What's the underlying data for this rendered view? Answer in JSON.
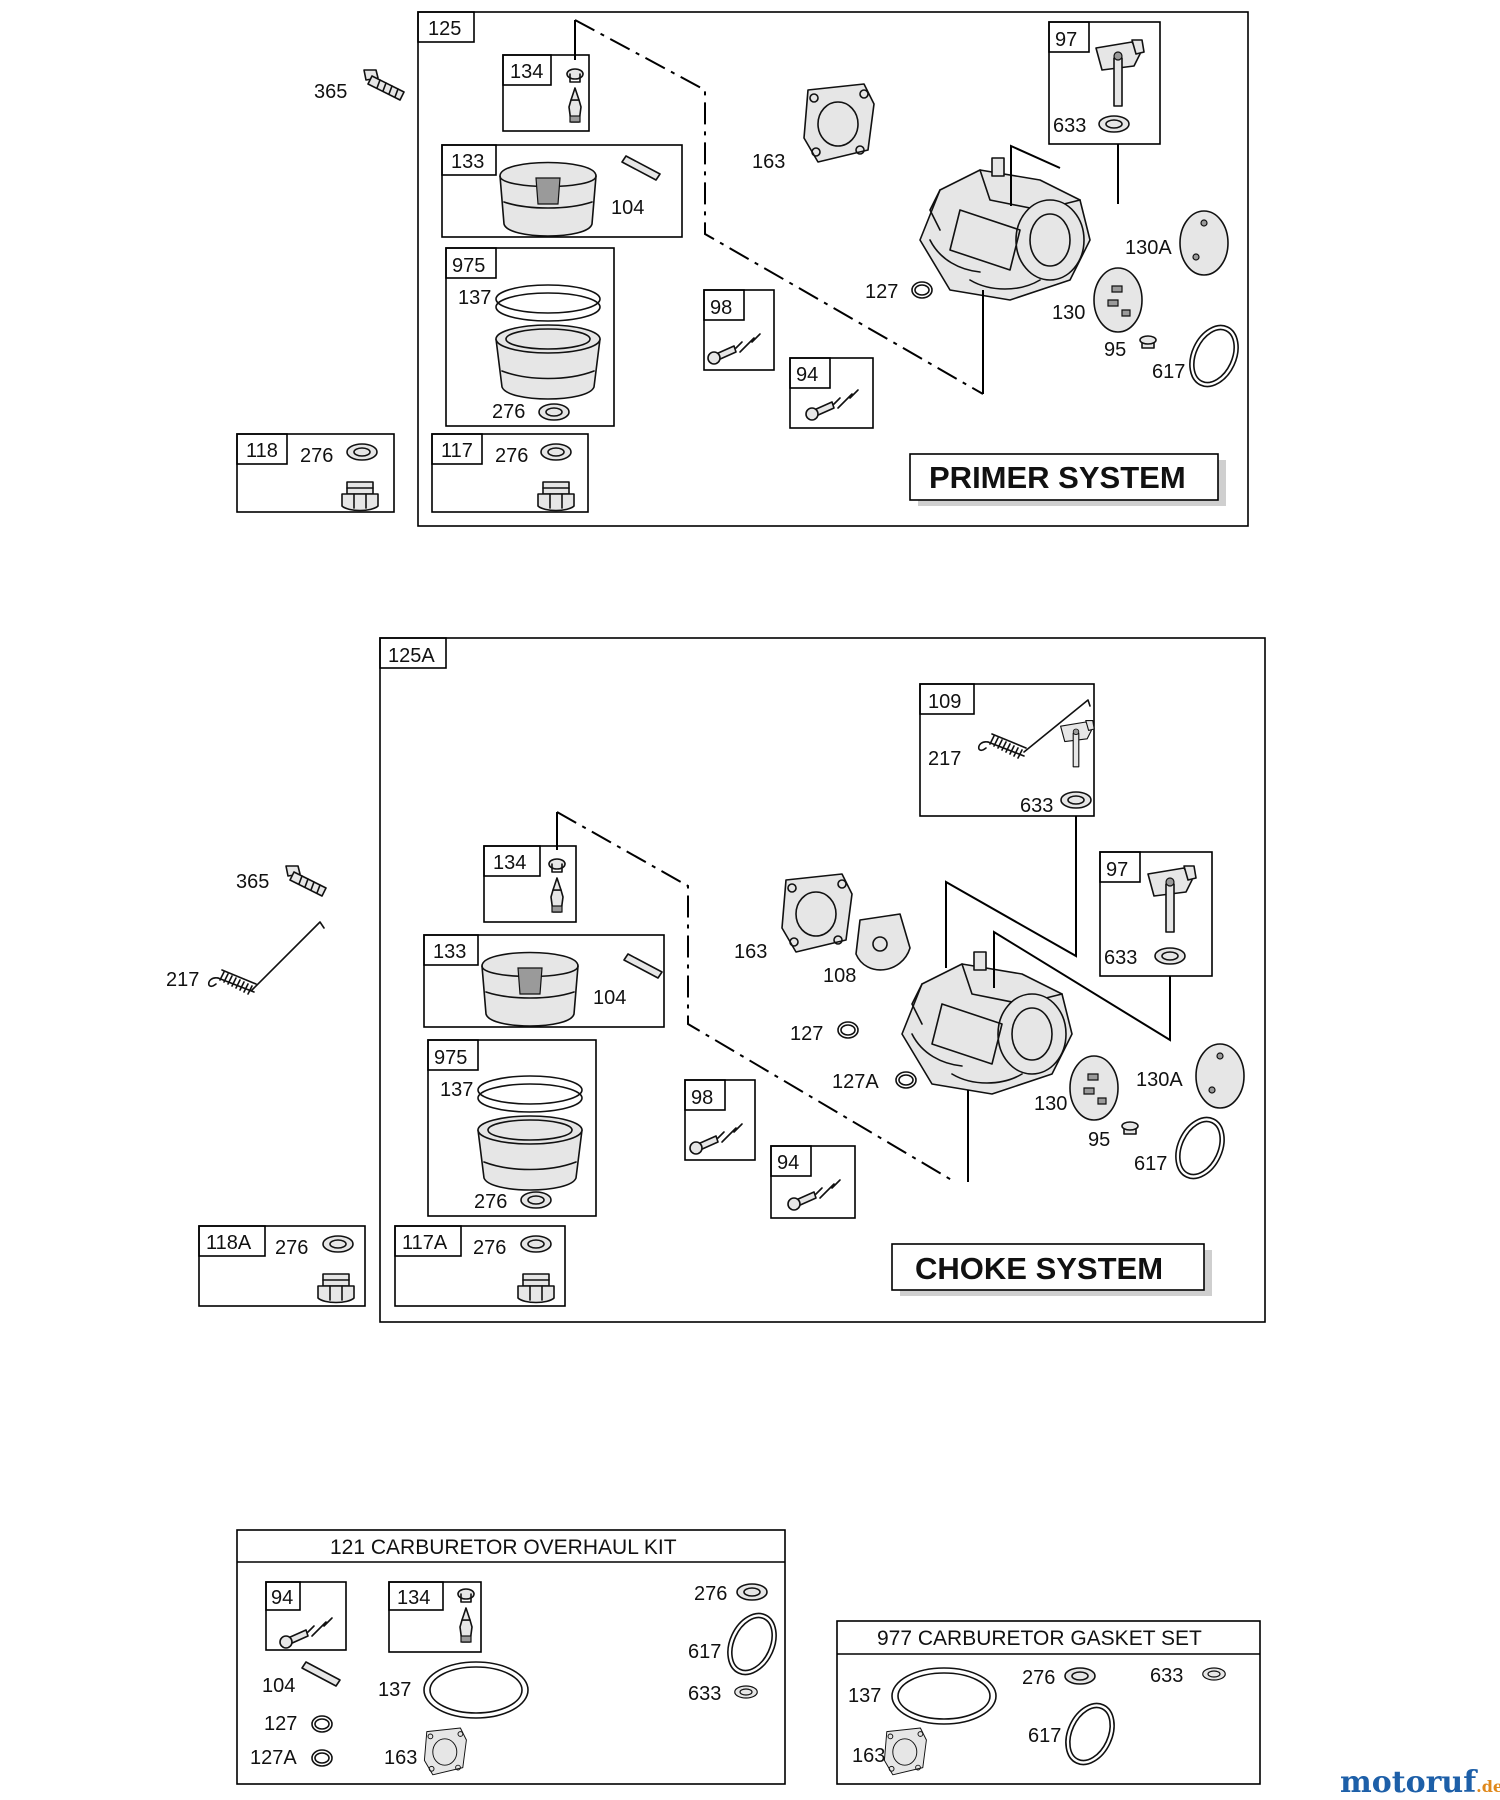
{
  "brand": {
    "name": "motoruf",
    "suffix": ".de",
    "color_main": "#1d5fa8",
    "color_accent": "#e0891c"
  },
  "primer": {
    "title": "PRIMER SYSTEM",
    "assembly": "125",
    "box134": "134",
    "box133": "133",
    "p104": "104",
    "box975": "975",
    "p137": "137",
    "p276": "276",
    "box118": "118",
    "box117": "117",
    "p365": "365",
    "box98": "98",
    "box94": "94",
    "p163": "163",
    "box97": "97",
    "p633": "633",
    "p127": "127",
    "p130A": "130A",
    "p130": "130",
    "p95": "95",
    "p617": "617"
  },
  "choke": {
    "title": "CHOKE SYSTEM",
    "assembly": "125A",
    "box109": "109",
    "p217": "217",
    "p633": "633",
    "box97": "97",
    "p365": "365",
    "box134": "134",
    "box133": "133",
    "p104": "104",
    "box975": "975",
    "p137": "137",
    "p276": "276",
    "box118A": "118A",
    "box117A": "117A",
    "p163": "163",
    "p108": "108",
    "p127": "127",
    "p127A": "127A",
    "box98": "98",
    "box94": "94",
    "p130": "130",
    "p130A": "130A",
    "p95": "95",
    "p617": "617"
  },
  "overhaul_kit": {
    "title": "121 CARBURETOR OVERHAUL KIT",
    "box94": "94",
    "box134": "134",
    "p104": "104",
    "p127": "127",
    "p127A": "127A",
    "p137": "137",
    "p163": "163",
    "p276": "276",
    "p617": "617",
    "p633": "633"
  },
  "gasket_set": {
    "title": "977 CARBURETOR GASKET SET",
    "p137": "137",
    "p163": "163",
    "p276": "276",
    "p617": "617",
    "p633": "633"
  }
}
